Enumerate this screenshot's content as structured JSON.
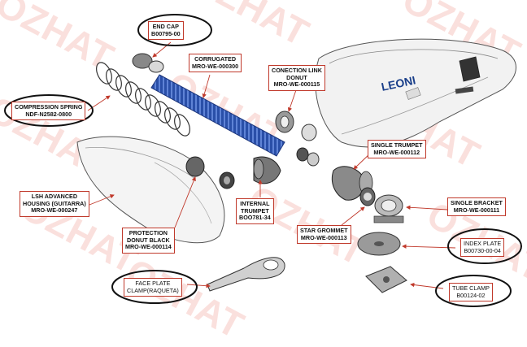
{
  "watermark": {
    "text": "OZHAT",
    "color": "#e74c3c"
  },
  "brand": {
    "logo_text": "LEONI",
    "logo_color": "#1a3f8a"
  },
  "colors": {
    "leader": "#c0392b",
    "part_outline": "#444444",
    "corrugated": "#2a4fa8"
  },
  "labels": {
    "end_cap": {
      "line1": "END CAP",
      "line2": "B00795-00"
    },
    "corrugated": {
      "line1": "CORRUGATED",
      "line2": "MRO-WE-000300"
    },
    "conn_link": {
      "line1": "CONECTION LINK",
      "line2": "DONUT",
      "line3": "MRO-WE-000115"
    },
    "comp_spring": {
      "line1": "COMPRESSION SPRING",
      "line2": "NDF-N2582-0800"
    },
    "single_trumpet": {
      "line1": "SINGLE TRUMPET",
      "line2": "MRO-WE-000112"
    },
    "lsh_housing": {
      "line1": "LSH ADVANCED",
      "line2": "HOUSING (GUITARRA)",
      "line3": "MRO-WE-000247"
    },
    "internal_trumpet": {
      "line1": "INTERNAL",
      "line2": "TRUMPET",
      "line3": "BOO781-34"
    },
    "single_bracket": {
      "line1": "SINGLE BRACKET",
      "line2": "MRO-WE-000111"
    },
    "star_grommet": {
      "line1": "STAR GROMMET",
      "line2": "MRO-WE-000113"
    },
    "protection_donut": {
      "line1": "PROTECTION",
      "line2": "DONUT BLACK",
      "line3": "MRO-WE-000114"
    },
    "index_plate": {
      "line1": "INDEX PLATE",
      "line2": "B00730-00-04"
    },
    "face_plate": {
      "line1": "FACE PLATE",
      "line2": "CLAMP(RAQUETA)"
    },
    "tube_clamp": {
      "line1": "TUBE CLAMP",
      "line2": "B00124-02"
    }
  }
}
